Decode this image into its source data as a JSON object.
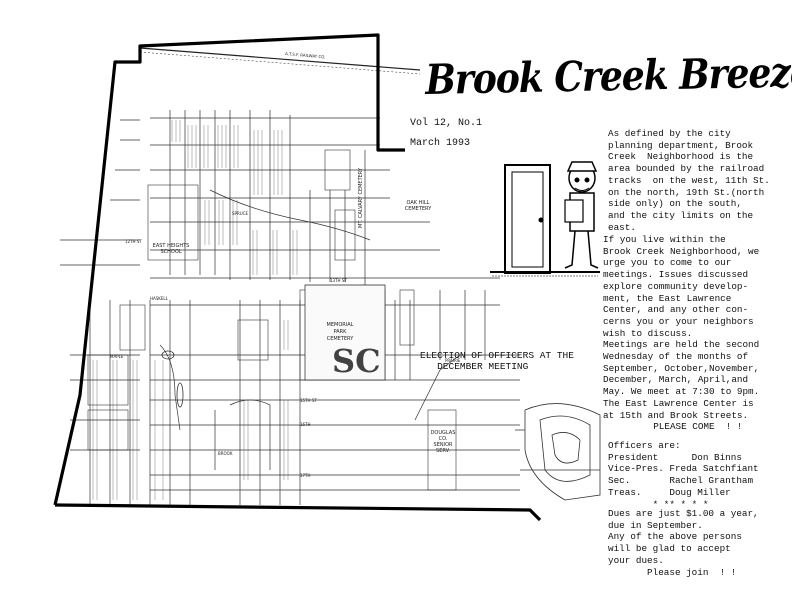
{
  "newsletter": {
    "title": "Brook Creek Breeze",
    "volume": "Vol 12, No.1",
    "date": "March 1993"
  },
  "map": {
    "railway_label": "A.T.S.F. RAILWAY CO.",
    "oak_hill_cemetery": "OAK HILL CEMETERY",
    "catholic_cemetery": "MT. CALVARY CEMETERY",
    "school_label": "EAST HEIGHTS SCHOOL",
    "park_label": "MEMORIAL PARK CEMETERY",
    "douglas_label": "DOUGLAS CO. SENIOR SERV.",
    "street_labels": [
      "12TH ST",
      "13TH ST",
      "15TH ST",
      "16TH",
      "17TH",
      "BROOK",
      "MAPLE",
      "SPRUCE",
      "PRAIRIE",
      "HASKELL"
    ]
  },
  "intro": [
    "As defined by the city",
    "planning department, Brook",
    "Creek  Neighborhood is the",
    "area bounded by the railroad",
    "tracks  on the west, 11th St.",
    "on the north, 19th St.(north",
    "side only) on the south,",
    "and the city limits on the",
    "east."
  ],
  "invite": [
    "If you live within the",
    "Brook Creek Neighborhood, we",
    "urge you to come to our",
    "meetings. Issues discussed",
    "explore community develop-",
    "ment, the East Lawrence",
    "Center, and any other con-",
    "cerns you or your neighbors",
    "wish to discuss.",
    "Meetings are held the second",
    "Wednesday of the months of",
    "September, October,November,",
    "December, March, April,and",
    "May. We meet at 7:30 to 9pm.",
    "The East Lawrence Center is",
    "at 15th and Brook Streets.",
    "         PLEASE COME  ! !"
  ],
  "election": [
    "ELECTION OF OFFICERS AT THE",
    "   DECEMBER MEETING"
  ],
  "officers": [
    "Officers are:",
    "President      Don Binns",
    "Vice-Pres. Freda Satchfiant",
    "Sec.       Rachel Grantham",
    "Treas.     Doug Miller",
    "        * ** * * *"
  ],
  "dues": [
    "Dues are just $1.00 a year,",
    "due in September.",
    "Any of the above persons",
    "will be glad to accept",
    "your dues.",
    "       Please join  ! !"
  ]
}
